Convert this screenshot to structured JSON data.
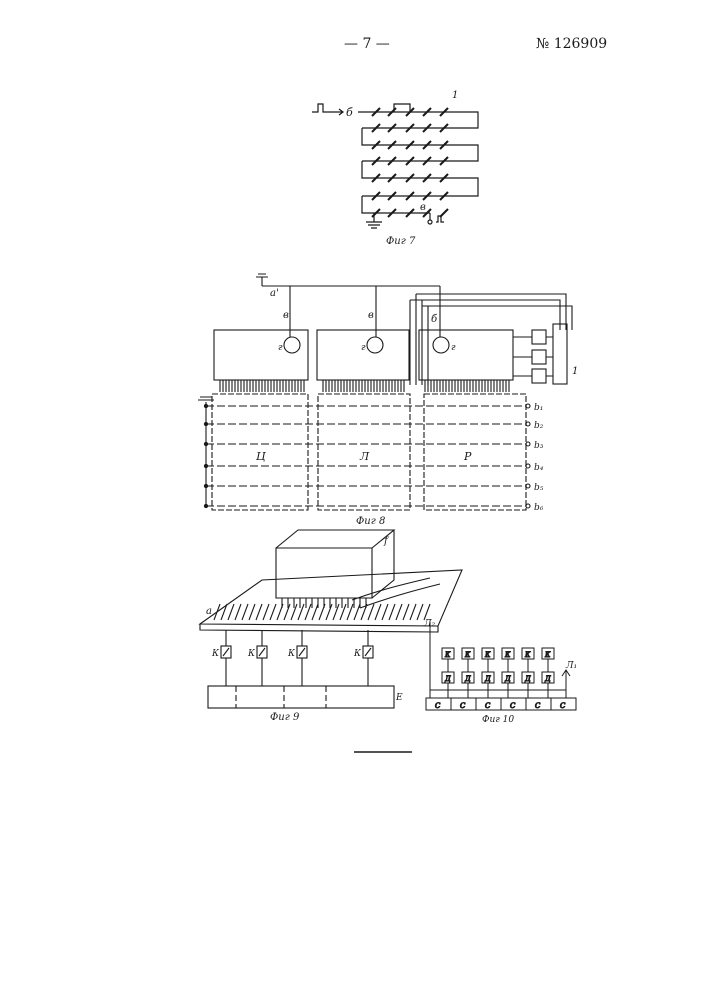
{
  "header": {
    "page_number": "— 7 —",
    "patent_number": "№ 126909"
  },
  "fig7": {
    "caption": "Фиг 7",
    "label_input": "б",
    "label_output": "в",
    "label_ref": "1"
  },
  "fig8": {
    "caption": "Фиг 8",
    "label_top_left": "а'",
    "label_in_1": "в",
    "label_in_2": "в",
    "label_in_3": "б",
    "ring_1": "г",
    "ring_2": "г",
    "ring_3": "г",
    "ref_right": "1",
    "block_left": "Ц",
    "block_mid": "Л",
    "block_right": "Р",
    "outputs": [
      "b₁",
      "b₂",
      "b₃",
      "b₄",
      "b₅",
      "b₆"
    ]
  },
  "fig9": {
    "caption": "Фиг 9",
    "label_a": "а",
    "ref_box": "f",
    "ref_base": "Е",
    "switch_label": "К"
  },
  "fig10": {
    "caption": "Фиг 10",
    "label_left": "Л₂",
    "label_right": "Л₁",
    "k_boxes": [
      "К",
      "К",
      "К",
      "К",
      "К",
      "К"
    ],
    "d_boxes": [
      "Д",
      "Д",
      "Д",
      "Д",
      "Д",
      "Д"
    ],
    "c_cells": [
      "С",
      "С",
      "С",
      "С",
      "С",
      "С"
    ]
  }
}
